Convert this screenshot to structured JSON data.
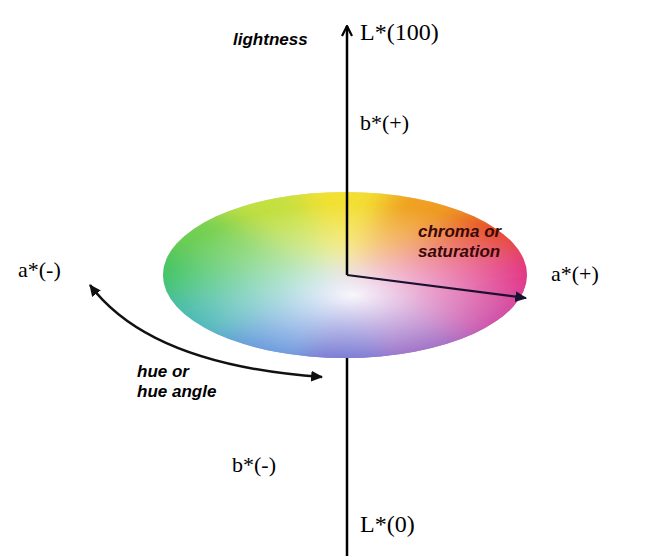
{
  "diagram": {
    "labels": [
      "lightness",
      "L*(100)",
      "b*(+)",
      "a*(-)",
      "chroma or saturation",
      "a*(+)",
      "hue or hue angle",
      "b*(-)",
      "L*(0)"
    ]
  }
}
